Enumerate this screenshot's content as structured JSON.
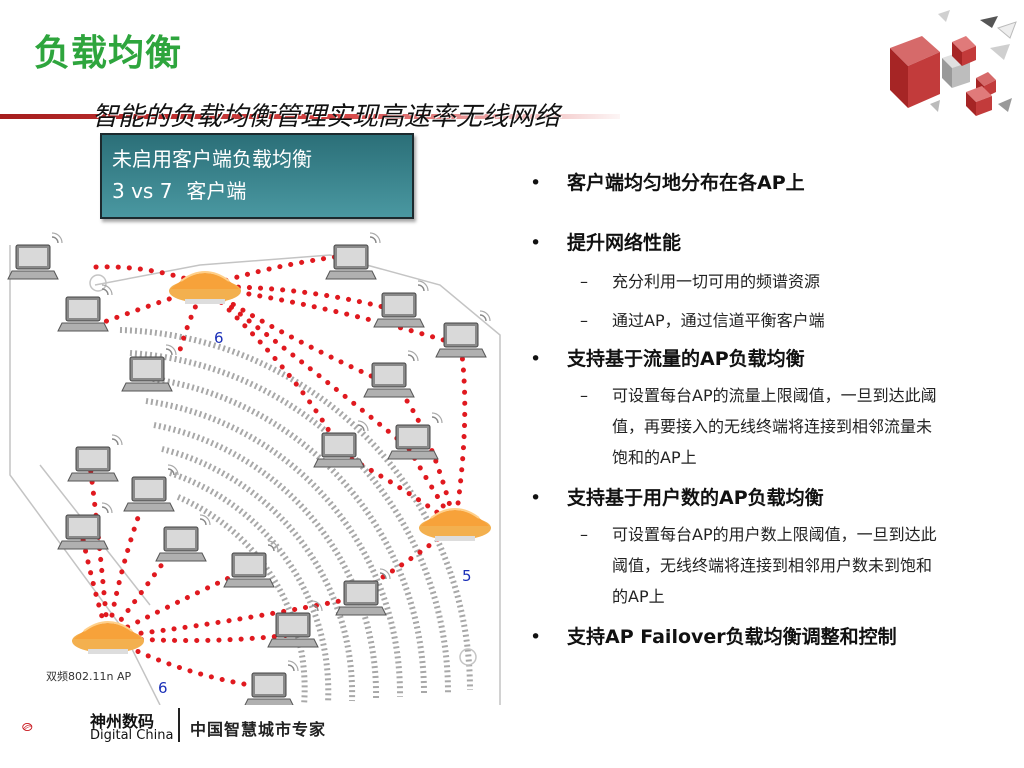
{
  "header": {
    "title": "负载均衡",
    "subtitle": "智能的负载均衡管理实现高速率无线网络"
  },
  "caption": {
    "line1": "未启用客户端负载均衡",
    "line2_a": "3 vs 7",
    "line2_b": "客户端"
  },
  "diagram": {
    "channel_labels": [
      "6",
      "5",
      "6"
    ],
    "ap_label": "双频802.11n AP",
    "colors": {
      "ap": "#f0a043",
      "dots": "#e0191f",
      "channel": "#1a2fb8"
    }
  },
  "bullets": {
    "b1": "客户端均匀地分布在各AP上",
    "b2": "提升网络性能",
    "b2_sub1": "充分利用一切可用的频谱资源",
    "b2_sub2": "通过AP，通过信道平衡客户端",
    "b3": "支持基于流量的AP负载均衡",
    "b3_sub1_l1": "可设置每台AP的流量上限阈值，一旦到达此阈",
    "b3_sub1_l2": "值，再要接入的无线终端将连接到相邻流量未",
    "b3_sub1_l3": "饱和的AP上",
    "b4": "支持基于用户数的AP负载均衡",
    "b4_sub1_l1": "可设置每台AP的用户数上限阈值，一旦到达此",
    "b4_sub1_l2": "阈值，无线终端将连接到相邻用户数未到饱和",
    "b4_sub1_l3": "的AP上",
    "b5": "支持AP Failover负载均衡调整和控制"
  },
  "footer": {
    "brand_cn": "神州数码",
    "brand_en": "Digital China",
    "slogan": "中国智慧城市专家"
  },
  "colors": {
    "title_green": "#2ea53d",
    "rule_red": "#a51d1d",
    "caption_teal": "#2b6f78"
  }
}
